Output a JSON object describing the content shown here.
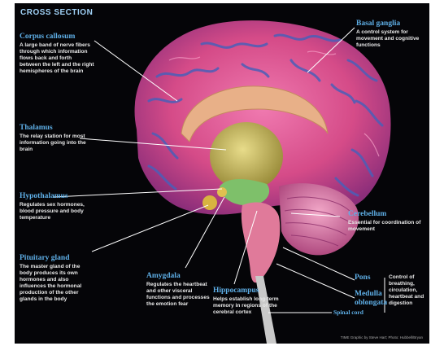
{
  "header": {
    "section_title": "CROSS SECTION"
  },
  "labels": {
    "corpus_callosum": {
      "title": "Corpus callosum",
      "desc": "A large band of nerve fibers through which information flows back and forth between the left and the right hemispheres of the brain"
    },
    "basal_ganglia": {
      "title": "Basal ganglia",
      "desc": "A control system for movement and cognitive functions"
    },
    "thalamus": {
      "title": "Thalamus",
      "desc": "The relay station for most information going into the brain"
    },
    "hypothalamus": {
      "title": "Hypothalamus",
      "desc": "Regulates sex hormones, blood pressure and body temperature"
    },
    "cerebellum": {
      "title": "Cerebellum",
      "desc": "Essential for coordination of movement"
    },
    "pituitary": {
      "title": "Pituitary gland",
      "desc": "The master gland of the body produces its own hormones and also influences the hormonal production of the other glands in the body"
    },
    "amygdala": {
      "title": "Amygdala",
      "desc": "Regulates the heartbeat and other visceral functions and processes the emotion fear"
    },
    "hippocampus": {
      "title": "Hippocampus",
      "desc": "Helps establish long-term memory in regions of the cerebral cortex"
    },
    "pons": {
      "title": "Pons"
    },
    "medulla": {
      "title": "Medulla oblongata"
    },
    "brainstem_note": {
      "desc": "Control of breathing, circulation, heartbeat and digestion"
    },
    "spinal_cord": {
      "title": "Spinal cord"
    }
  },
  "footer": {
    "credit": "TIME Graphic by Steve Hart; Photo: Hubbell/Bryan"
  },
  "colors": {
    "background": "#050508",
    "label_title": "#5fb0e8",
    "cortex": "#d8558a",
    "cortex_fold": "#4b5fb8"
  }
}
